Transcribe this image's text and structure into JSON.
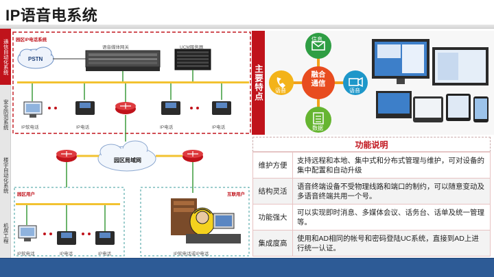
{
  "header": {
    "title": "IP语音电系统"
  },
  "side_nav": [
    {
      "label": "通信自动化系统",
      "active": true
    },
    {
      "label": "安全防范系统",
      "active": false
    },
    {
      "label": "楼宇自动化系统",
      "active": false
    },
    {
      "label": "机房工程",
      "active": false
    }
  ],
  "diagram": {
    "zone_campus_phone": "园区IP电话系统",
    "pstn": "PSTN",
    "voice_gateway": "语音媒体网关",
    "ucm_server": "UCM服务器",
    "top_endpoints": [
      "IP软电话",
      "IP电话",
      "IP电话",
      "IP电话"
    ],
    "lan": "园区局域网",
    "zone_campus_users": "园区用户",
    "zone_interconnect_users": "互联用户",
    "bottom_endpoints": [
      "IP软电话",
      "IP电话",
      "IP电话"
    ],
    "remote_endpoint": "IP软电话或IP电话"
  },
  "features": {
    "label": "主要特点",
    "center": "融合通信",
    "nodes": {
      "top": "信息",
      "left": "语音",
      "right": "语音",
      "bottom": "数据"
    }
  },
  "functions": {
    "title": "功能说明",
    "rows": [
      {
        "key": "维护方便",
        "value": "支持远程和本地、集中式和分布式管理与维护，可对设备的集中配置和自动升级"
      },
      {
        "key": "结构灵活",
        "value": "语音终端设备不受物理线路和端口的制约，可以随意变动及多语音终端共用一个号。"
      },
      {
        "key": "功能强大",
        "value": "可以实现即时消息、多媒体会议、话务台、话单及统一管理等。"
      },
      {
        "key": "集成度高",
        "value": "使用和AD相同的帐号和密码登陆UC系统，直接到AD上进行统一认证。"
      }
    ]
  },
  "colors": {
    "accent": "#c0131b",
    "bus": "#f2c230",
    "link": "#3a9b3a",
    "footer": "#2d5b96"
  }
}
